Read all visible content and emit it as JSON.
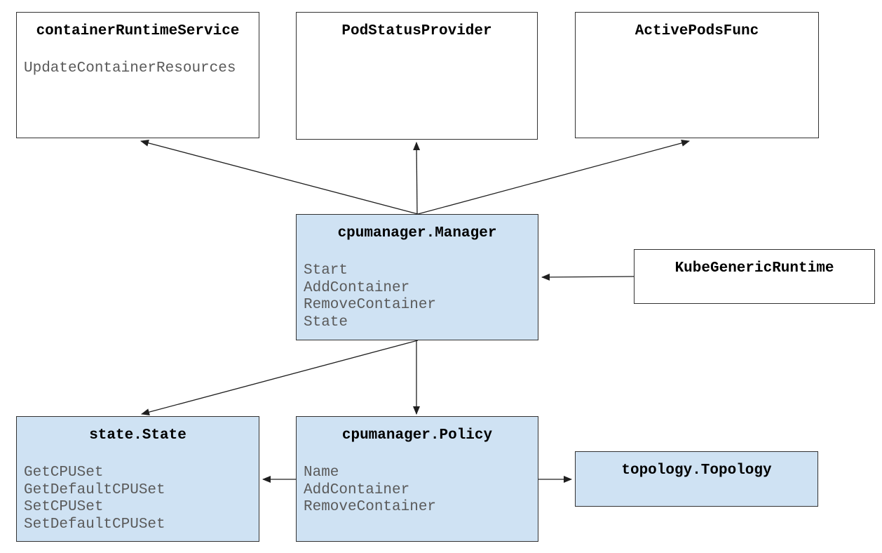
{
  "diagram": {
    "colors": {
      "background": "#ffffff",
      "box_fill_highlight": "#cfe2f3",
      "box_fill_plain": "#ffffff",
      "box_border": "#323232",
      "title_text": "#000000",
      "method_text": "#5a5a5a",
      "arrow": "#1f1f1f"
    },
    "boxes": {
      "container_runtime_service": {
        "title": "containerRuntimeService",
        "methods": [
          "UpdateContainerResources"
        ]
      },
      "pod_status_provider": {
        "title": "PodStatusProvider",
        "methods": []
      },
      "active_pods_func": {
        "title": "ActivePodsFunc",
        "methods": []
      },
      "cpumanager_manager": {
        "title": "cpumanager.Manager",
        "methods": [
          "Start",
          "AddContainer",
          "RemoveContainer",
          "State"
        ]
      },
      "kube_generic_runtime": {
        "title": "KubeGenericRuntime",
        "methods": []
      },
      "state_state": {
        "title": "state.State",
        "methods": [
          "GetCPUSet",
          "GetDefaultCPUSet",
          "SetCPUSet",
          "SetDefaultCPUSet"
        ]
      },
      "cpumanager_policy": {
        "title": "cpumanager.Policy",
        "methods": [
          "Name",
          "AddContainer",
          "RemoveContainer"
        ]
      },
      "topology_topology": {
        "title": "topology.Topology",
        "methods": []
      }
    },
    "edges": [
      {
        "from": "cpumanager.Manager",
        "to": "containerRuntimeService"
      },
      {
        "from": "cpumanager.Manager",
        "to": "PodStatusProvider"
      },
      {
        "from": "cpumanager.Manager",
        "to": "ActivePodsFunc"
      },
      {
        "from": "KubeGenericRuntime",
        "to": "cpumanager.Manager"
      },
      {
        "from": "cpumanager.Manager",
        "to": "state.State"
      },
      {
        "from": "cpumanager.Manager",
        "to": "cpumanager.Policy"
      },
      {
        "from": "cpumanager.Policy",
        "to": "state.State"
      },
      {
        "from": "cpumanager.Policy",
        "to": "topology.Topology"
      }
    ]
  }
}
